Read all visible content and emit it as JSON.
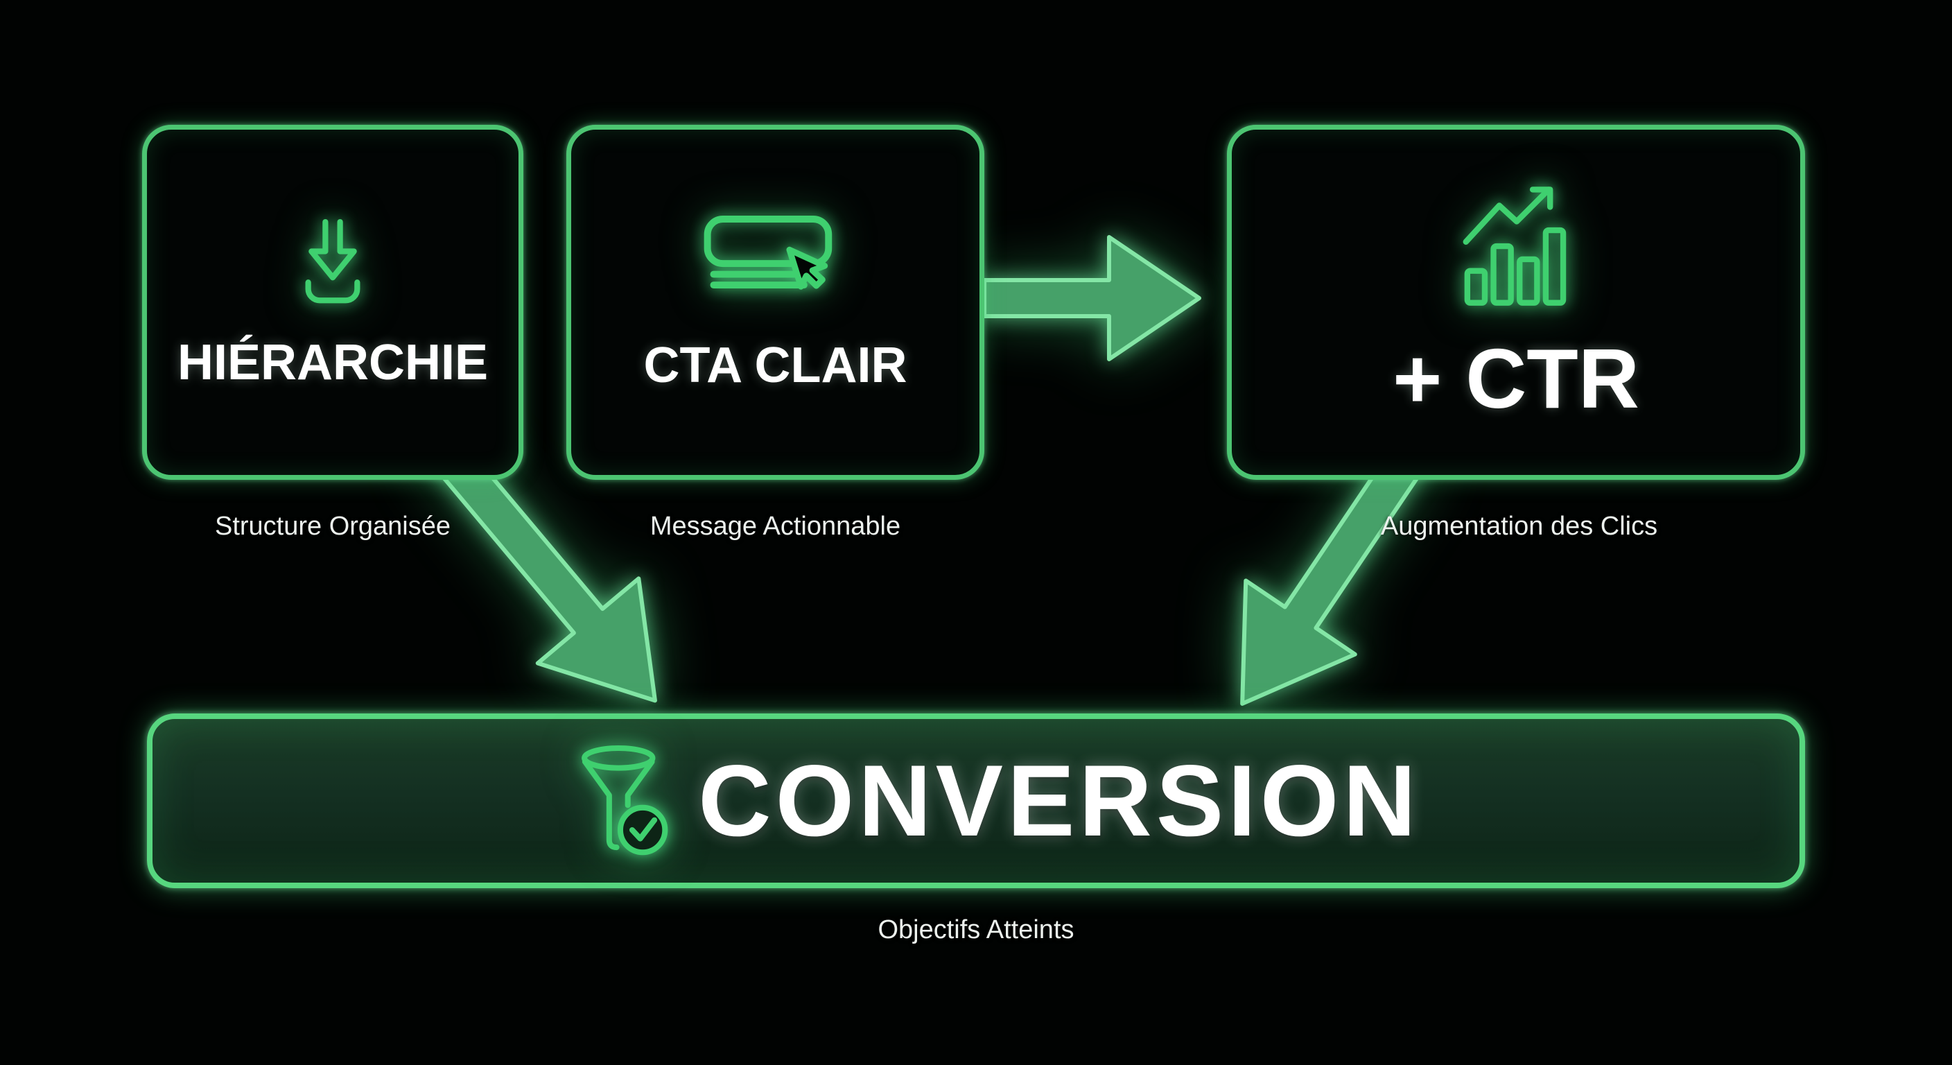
{
  "meta": {
    "kind": "marketing-funnel-infographic",
    "language": "fr",
    "theme": "neon-green-on-black"
  },
  "colors": {
    "background": "#010302",
    "card_border_green": "#4cc572",
    "banner_border_green": "#57d67f",
    "icon_green": "#3fd06f",
    "arrow_fill_green": "#46a169",
    "arrow_edge_green": "#84e6a6",
    "banner_fill_dark_green": "#143022",
    "title_white": "#ffffff",
    "caption_gray": "#edf2ee"
  },
  "cards": [
    {
      "title": "HIÉRARCHIE",
      "caption": "Structure Organisée",
      "icon": "download-icon"
    },
    {
      "title": "CTA CLAIR",
      "caption": "Message Actionnable",
      "icon": "button-click-icon"
    },
    {
      "title": "+ CTR",
      "caption": "Augmentation des Clics",
      "icon": "bar-chart-up-icon"
    }
  ],
  "result": {
    "title": "CONVERSION",
    "caption": "Objectifs Atteints",
    "icon": "funnel-check-icon"
  },
  "arrows": [
    {
      "name": "arrow-cta-to-ctr",
      "from": "CTA CLAIR",
      "to": "+ CTR",
      "direction": "right"
    },
    {
      "name": "arrow-hierarchie-to-conversion",
      "from": "HIÉRARCHIE",
      "to": "CONVERSION",
      "direction": "down-right"
    },
    {
      "name": "arrow-ctr-to-conversion",
      "from": "+ CTR",
      "to": "CONVERSION",
      "direction": "down-left"
    }
  ]
}
